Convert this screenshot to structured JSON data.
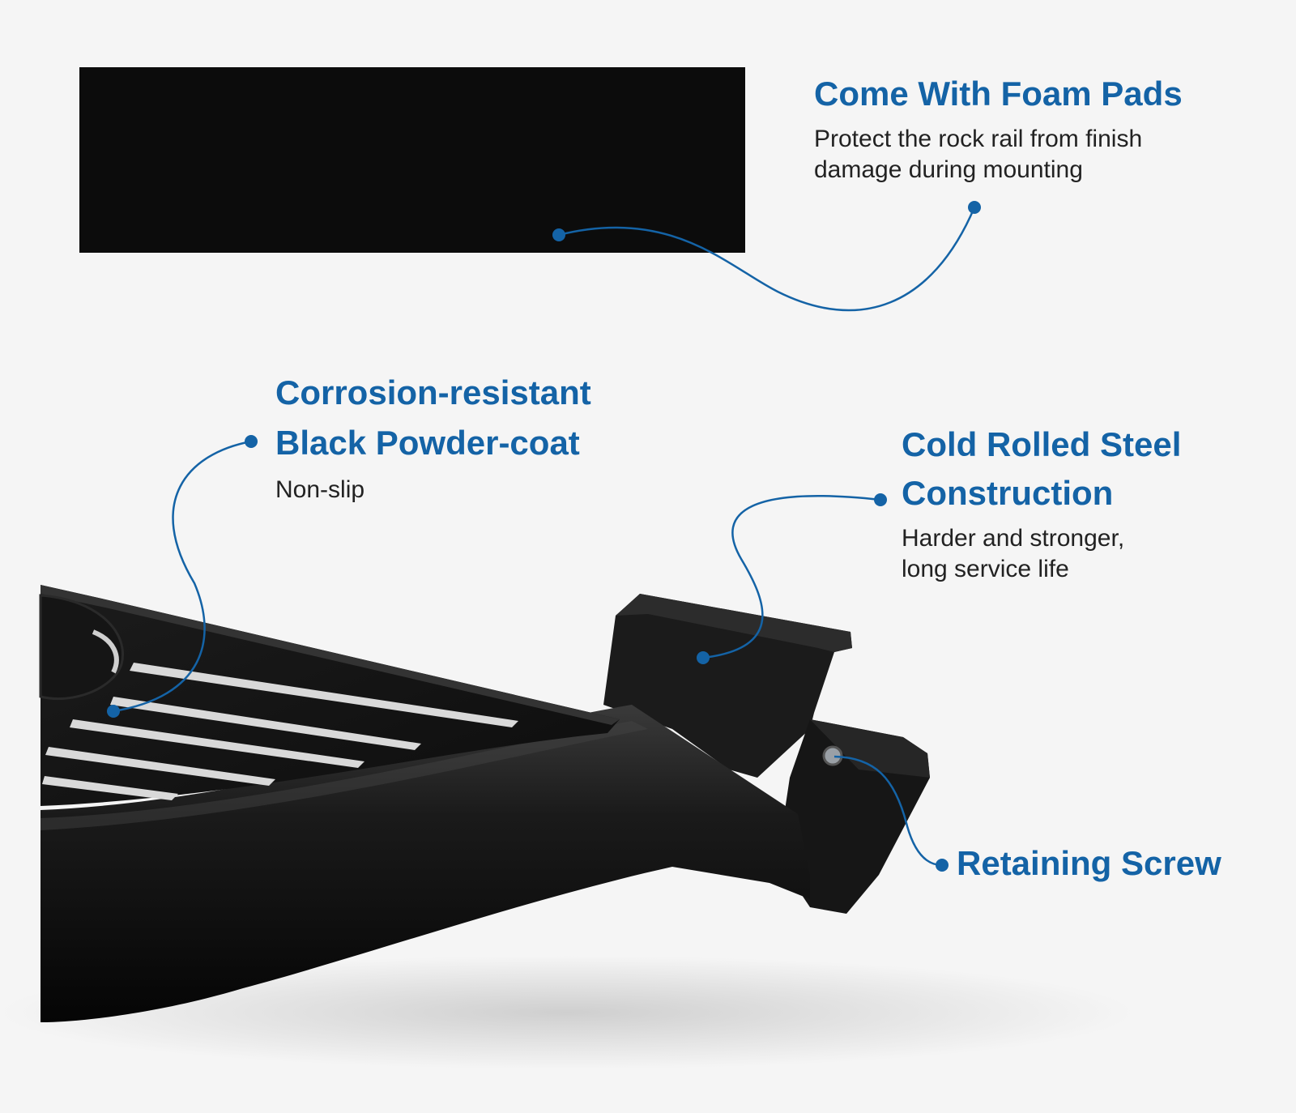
{
  "colors": {
    "accent": "#1463a6",
    "background": "#f5f5f5",
    "product": "#111111",
    "text": "#222222"
  },
  "features": {
    "foam_pads": {
      "title": "Come With Foam Pads",
      "description_line1": "Protect the rock rail from finish",
      "description_line2": "damage during mounting"
    },
    "powder_coat": {
      "title_line1": "Corrosion-resistant",
      "title_line2": "Black Powder-coat",
      "description": "Non-slip"
    },
    "steel": {
      "title_line1": "Cold Rolled Steel",
      "title_line2": "Construction",
      "description_line1": "Harder and stronger,",
      "description_line2": "long service life"
    },
    "screw": {
      "title": "Retaining Screw"
    }
  }
}
